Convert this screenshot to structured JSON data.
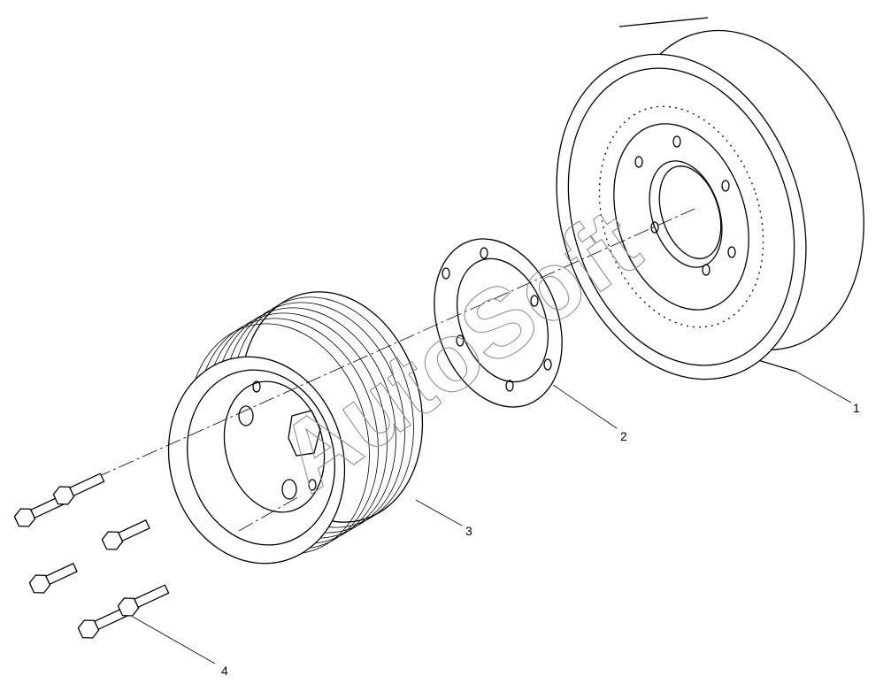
{
  "diagram": {
    "callouts": [
      {
        "number": "1",
        "part": "damper"
      },
      {
        "number": "2",
        "part": "gasket"
      },
      {
        "number": "3",
        "part": "pulley"
      },
      {
        "number": "4",
        "part": "bolts"
      }
    ],
    "watermark": "AutoSoft"
  }
}
